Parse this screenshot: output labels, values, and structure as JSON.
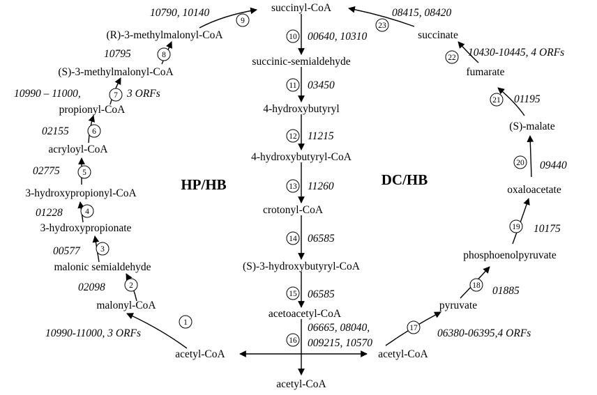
{
  "cycles": {
    "left": "HP/HB",
    "right": "DC/HB"
  },
  "metabolites": {
    "succinyl_coa": "succinyl-CoA",
    "r_methylmalonyl_coa": "(R)-3-methylmalonyl-CoA",
    "s_methylmalonyl_coa": "(S)-3-methylmalonyl-CoA",
    "propionyl_coa": "propionyl-CoA",
    "acryloyl_coa": "acryloyl-CoA",
    "hydroxypropionyl_coa": "3-hydroxypropionyl-CoA",
    "hydroxypropionate": "3-hydroxypropionate",
    "malonic_semialdehyde": "malonic semialdehyde",
    "malonyl_coa": "malonyl-CoA",
    "acetyl_coa_left": "acetyl-CoA",
    "succinic_semialdehyde": "succinic-semialdehyde",
    "hydroxybutyryl": "4-hydroxybutyryl",
    "hydroxybutyryl_coa": "4-hydroxybutyryl-CoA",
    "crotonyl_coa": "crotonyl-CoA",
    "s_hydroxybutyryl_coa": "(S)-3-hydroxybutyryl-CoA",
    "acetoacetyl_coa": "acetoacetyl-CoA",
    "acetyl_coa_bottom": "acetyl-CoA",
    "acetyl_coa_right": "acetyl-CoA",
    "succinate": "succinate",
    "fumarate": "fumarate",
    "s_malate": "(S)-malate",
    "oxaloacetate": "oxaloacetate",
    "phosphoenolpyruvate": "phosphoenolpyruvate",
    "pyruvate": "pyruvate"
  },
  "steps": [
    {
      "n": "1",
      "genes": "10990-11000, 3 ORFs"
    },
    {
      "n": "2",
      "genes": "02098"
    },
    {
      "n": "3",
      "genes": "00577"
    },
    {
      "n": "4",
      "genes": "01228"
    },
    {
      "n": "5",
      "genes": "02775"
    },
    {
      "n": "6",
      "genes": "02155"
    },
    {
      "n": "7",
      "genes": "10990 – 11000,",
      "genes_extra": "3 ORFs"
    },
    {
      "n": "8",
      "genes": "10795"
    },
    {
      "n": "9",
      "genes": "10790, 10140"
    },
    {
      "n": "10",
      "genes": "00640, 10310"
    },
    {
      "n": "11",
      "genes": "03450"
    },
    {
      "n": "12",
      "genes": "11215"
    },
    {
      "n": "13",
      "genes": "11260"
    },
    {
      "n": "14",
      "genes": "06585"
    },
    {
      "n": "15",
      "genes": "06585"
    },
    {
      "n": "16",
      "genes": "06665, 08040,",
      "genes_extra": "009215, 10570"
    },
    {
      "n": "17",
      "genes": "06380-06395,4 ORFs"
    },
    {
      "n": "18",
      "genes": "01885"
    },
    {
      "n": "19",
      "genes": "10175"
    },
    {
      "n": "20",
      "genes": "09440"
    },
    {
      "n": "21",
      "genes": "01195"
    },
    {
      "n": "22",
      "genes": "10430-10445, 4 ORFs"
    },
    {
      "n": "23",
      "genes": "08415, 08420"
    }
  ]
}
